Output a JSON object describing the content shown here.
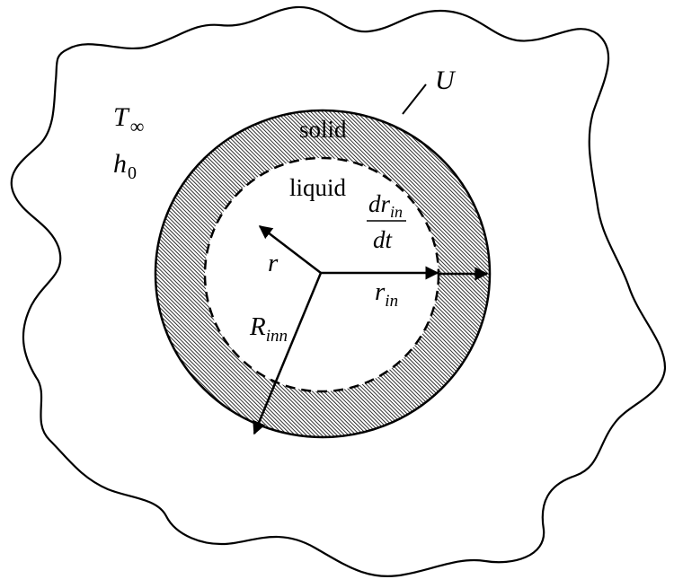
{
  "labels": {
    "T": "T",
    "T_sub": "∞",
    "h": "h",
    "h_sub": "0",
    "U": "U",
    "solid": "solid",
    "liquid": "liquid",
    "dr": "dr",
    "dr_sub": "in",
    "dt": "dt",
    "r": "r",
    "r_in": "r",
    "r_in_sub": "in",
    "R": "R",
    "R_sub": "inn"
  },
  "colors": {
    "stroke": "#000000",
    "background": "#ffffff",
    "hatch": "#000000"
  }
}
